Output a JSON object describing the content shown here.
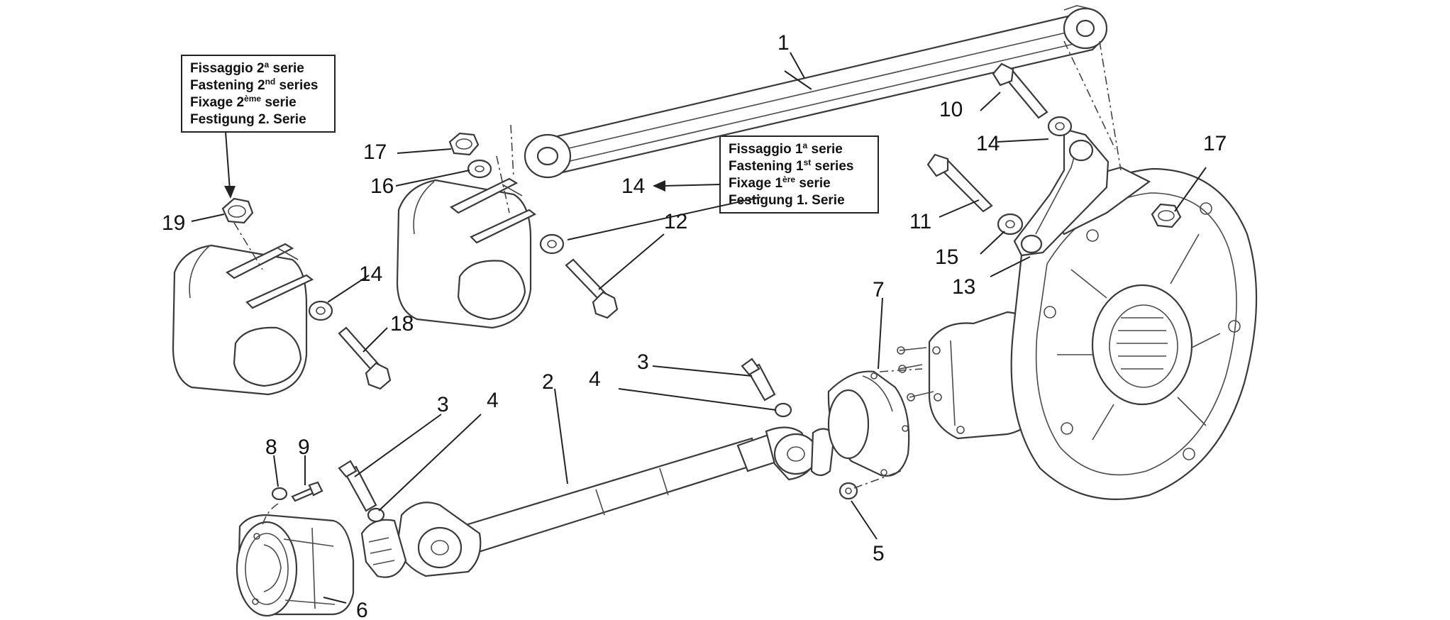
{
  "diagram": {
    "note_second_series": {
      "lines": [
        {
          "text": "Fissaggio 2",
          "sup": "a",
          "rest": " serie"
        },
        {
          "text": "Fastening 2",
          "sup": "nd",
          "rest": " series"
        },
        {
          "text": "Fixage 2",
          "sup": "ème",
          "rest": " serie"
        },
        {
          "text": "Festigung 2. Serie",
          "sup": "",
          "rest": ""
        }
      ]
    },
    "note_first_series": {
      "lines": [
        {
          "text": "Fissaggio 1",
          "sup": "a",
          "rest": " serie"
        },
        {
          "text": "Fastening 1",
          "sup": "st",
          "rest": " series"
        },
        {
          "text": "Fixage 1",
          "sup": "ère",
          "rest": " serie"
        },
        {
          "text": "Festigung 1. Serie",
          "sup": "",
          "rest": ""
        }
      ]
    },
    "callouts": {
      "c1": "1",
      "c2": "2",
      "c3a": "3",
      "c3b": "3",
      "c4a": "4",
      "c4b": "4",
      "c5": "5",
      "c6": "6",
      "c7": "7",
      "c8": "8",
      "c9": "9",
      "c10": "10",
      "c11": "11",
      "c12": "12",
      "c13": "13",
      "c14a": "14",
      "c14b": "14",
      "c14c": "14",
      "c15": "15",
      "c16": "16",
      "c17a": "17",
      "c17b": "17",
      "c18": "18",
      "c19": "19"
    }
  }
}
